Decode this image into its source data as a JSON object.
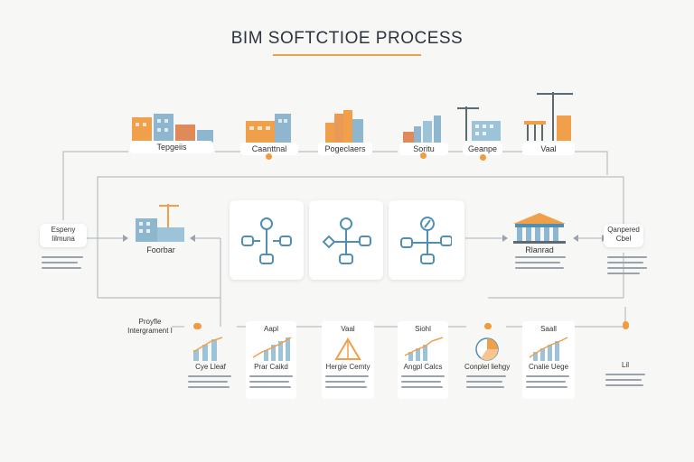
{
  "title": "BIM SOFTCTIOE PROCESS",
  "colors": {
    "accent": "#f19a3e",
    "blue": "#4f8fb6",
    "line": "#b9bfc4"
  },
  "top_row": [
    {
      "label": "Tepgeiis",
      "icon": "buildings-icon"
    },
    {
      "label": "Caanttnal",
      "icon": "office-building-icon"
    },
    {
      "label": "Pogeclaers",
      "icon": "city-towers-icon"
    },
    {
      "label": "Soritu",
      "icon": "city-skyline-icon"
    },
    {
      "label": "Geanpe",
      "icon": "crane-building-icon"
    },
    {
      "label": "Vaal",
      "icon": "tower-crane-icon"
    }
  ],
  "left_box": {
    "label": "Espeny Iilmuna",
    "icon": "document-icon"
  },
  "center_building": {
    "label": "Foorbar",
    "icon": "construction-building-icon"
  },
  "process_cards": [
    {
      "icon": "flow-cycle-icon"
    },
    {
      "icon": "flow-diagram-icon"
    },
    {
      "icon": "flow-compass-icon"
    }
  ],
  "right_building": {
    "label": "Rlanrad",
    "icon": "classic-building-icon"
  },
  "right_box": {
    "label": "Qanpered Cbel"
  },
  "middle_left_label": "Proyfle Intergrament I",
  "bottom_row": [
    {
      "top": "",
      "label": "Cye Lleaf",
      "icon": "bar-chart-icon"
    },
    {
      "top": "Aapl",
      "label": "Prar Caikd",
      "icon": "line-chart-icon"
    },
    {
      "top": "Vaal",
      "label": "Hergie Cemty",
      "icon": "triangle-icon"
    },
    {
      "top": "Siohl",
      "label": "Angpl Calcs",
      "icon": "trend-chart-icon"
    },
    {
      "top": "",
      "label": "Conplel liehgy",
      "icon": "pie-chart-icon"
    },
    {
      "top": "Saall",
      "label": "Cnalie Uege",
      "icon": "growth-chart-icon"
    },
    {
      "top": "",
      "label": "Lil",
      "icon": "end-marker-icon"
    }
  ]
}
